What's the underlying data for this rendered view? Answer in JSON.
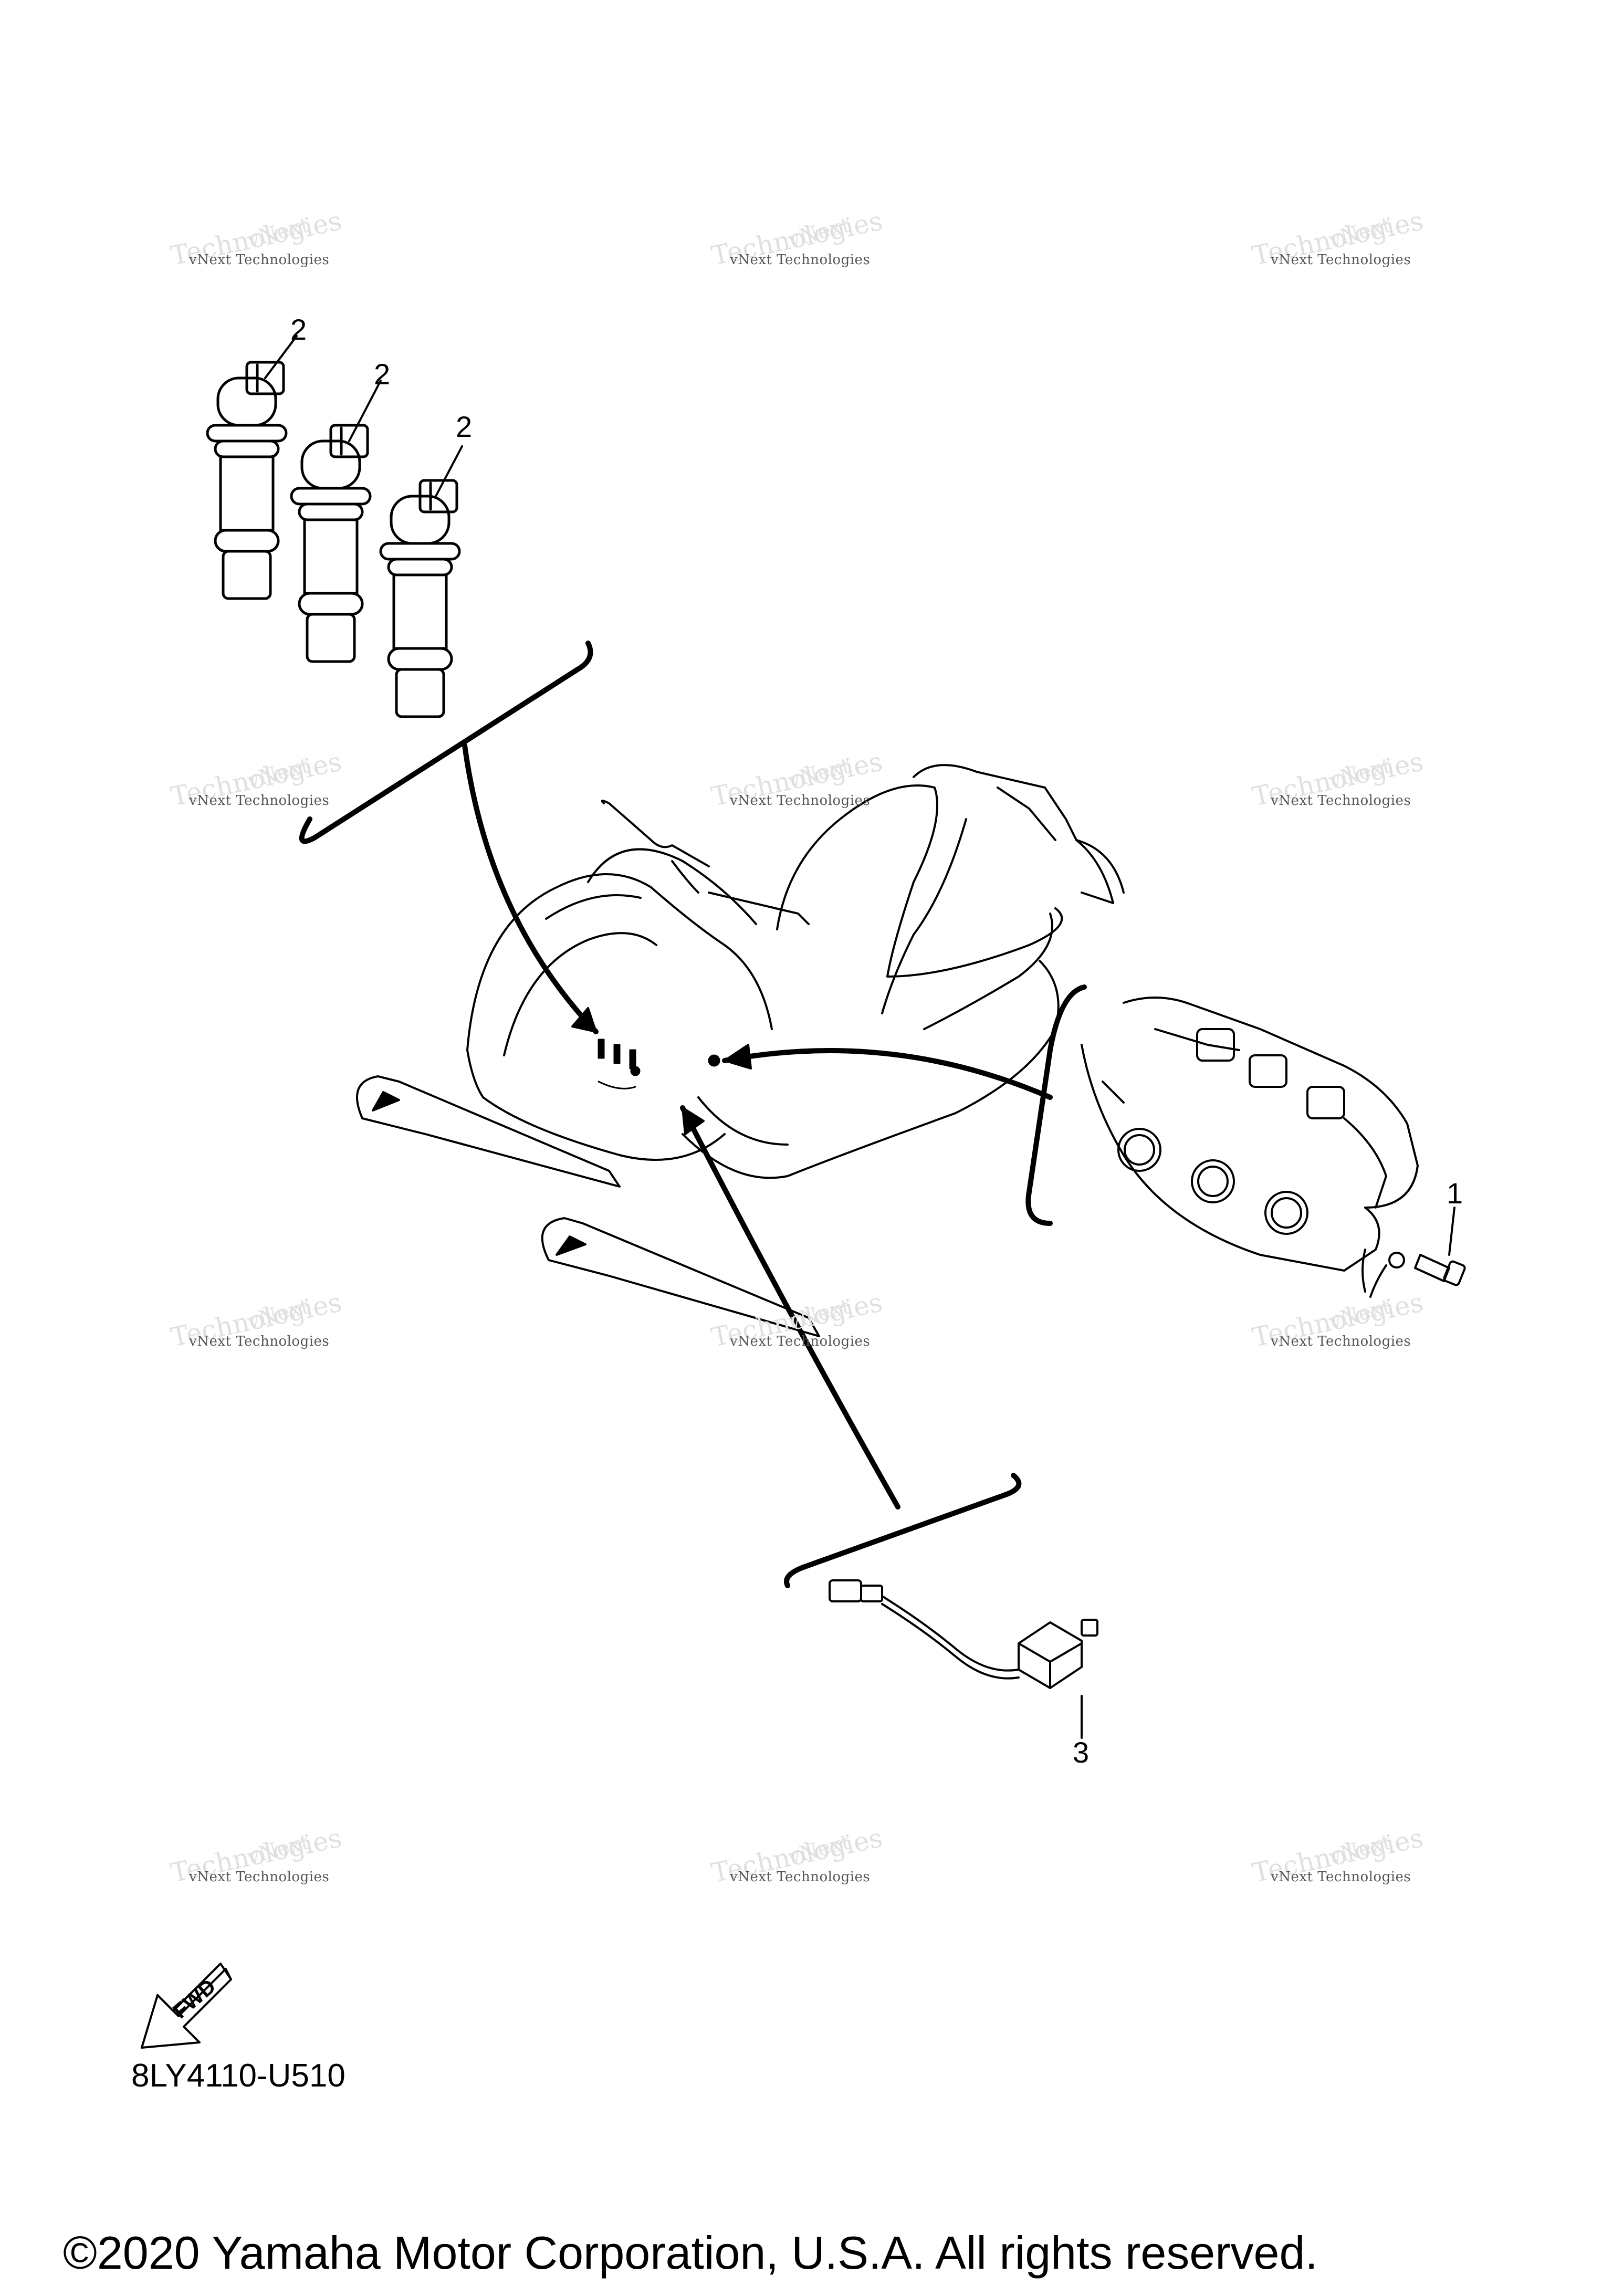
{
  "diagram": {
    "callouts": [
      "1",
      "2",
      "2",
      "2",
      "3"
    ],
    "watermark": {
      "line1": "vNext Technologies",
      "large": "Technologies",
      "small": "Technologies",
      "top": "vNext"
    },
    "fwd_label": "FWD",
    "part_code": "8LY4110-U510",
    "copyright": "©2020 Yamaha Motor Corporation, U.S.A. All rights reserved."
  }
}
